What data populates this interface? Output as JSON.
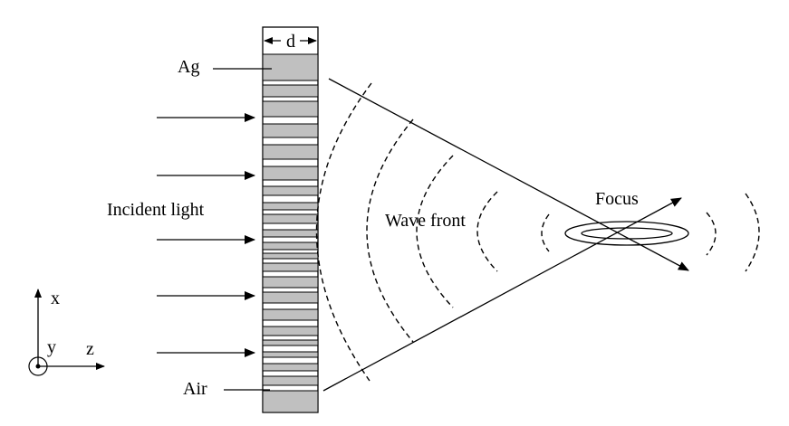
{
  "labels": {
    "ag": "Ag",
    "air": "Air",
    "thickness": "d",
    "incident": "Incident light",
    "wavefront": "Wave front",
    "focus": "Focus",
    "axis_x": "x",
    "axis_y": "y",
    "axis_z": "z"
  },
  "colors": {
    "metal_fill": "#c0c0c0",
    "line": "#000000",
    "background": "#ffffff"
  },
  "icons": {
    "incident_arrows": "right-arrow-icon",
    "axis_y": "out-of-page-dot-icon"
  }
}
